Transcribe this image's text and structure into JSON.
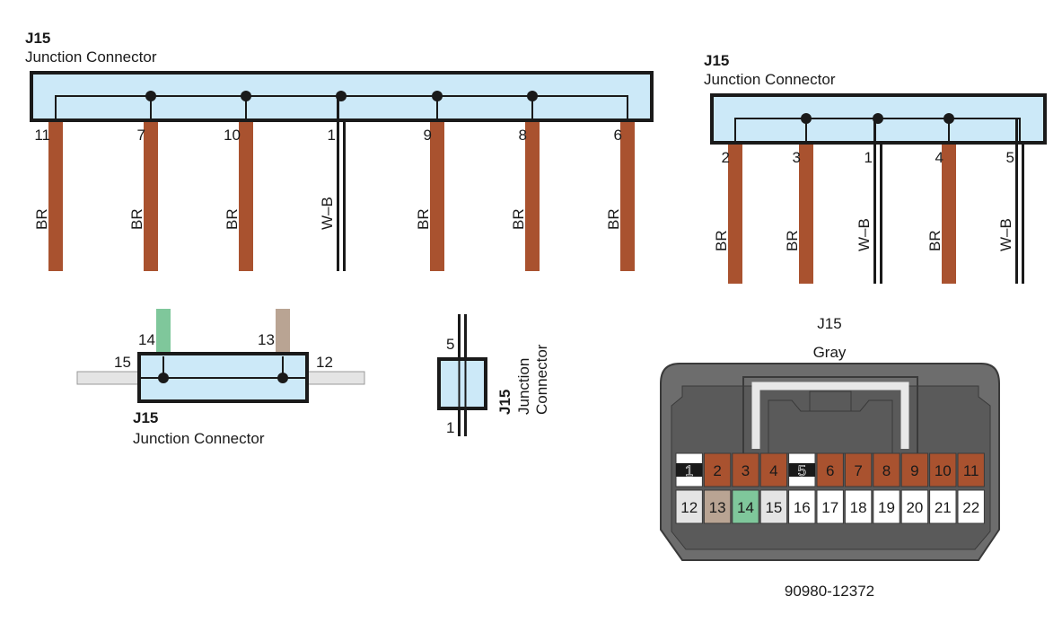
{
  "diagram1": {
    "code": "J15",
    "name": "Junction Connector",
    "pins": [
      {
        "num": "11",
        "wire": "BR"
      },
      {
        "num": "7",
        "wire": "BR"
      },
      {
        "num": "10",
        "wire": "BR"
      },
      {
        "num": "1",
        "wire": "W–B"
      },
      {
        "num": "9",
        "wire": "BR"
      },
      {
        "num": "8",
        "wire": "BR"
      },
      {
        "num": "6",
        "wire": "BR"
      }
    ]
  },
  "diagram2": {
    "code": "J15",
    "name": "Junction Connector",
    "pins": [
      {
        "num": "2",
        "wire": "BR"
      },
      {
        "num": "3",
        "wire": "BR"
      },
      {
        "num": "1",
        "wire": "W–B"
      },
      {
        "num": "4",
        "wire": "BR"
      },
      {
        "num": "5",
        "wire": "W–B"
      }
    ]
  },
  "diagram3": {
    "code": "J15",
    "name": "Junction Connector",
    "pins": [
      "14",
      "13",
      "15",
      "12"
    ]
  },
  "diagram4": {
    "code": "J15",
    "name_line1": "Junction",
    "name_line2": "Connector",
    "pins": [
      "5",
      "1"
    ]
  },
  "connector_face": {
    "code": "J15",
    "color_name": "Gray",
    "part_number": "90980-12372",
    "top_row": [
      {
        "num": "1",
        "color": "#1a1a1a"
      },
      {
        "num": "2",
        "color": "#a9522f"
      },
      {
        "num": "3",
        "color": "#a9522f"
      },
      {
        "num": "4",
        "color": "#a9522f"
      },
      {
        "num": "5",
        "color": "#1a1a1a"
      },
      {
        "num": "6",
        "color": "#a9522f"
      },
      {
        "num": "7",
        "color": "#a9522f"
      },
      {
        "num": "8",
        "color": "#a9522f"
      },
      {
        "num": "9",
        "color": "#a9522f"
      },
      {
        "num": "10",
        "color": "#a9522f"
      },
      {
        "num": "11",
        "color": "#a9522f"
      }
    ],
    "bottom_row": [
      {
        "num": "12",
        "color": "#e4e4e4"
      },
      {
        "num": "13",
        "color": "#b9a493"
      },
      {
        "num": "14",
        "color": "#7fc79b"
      },
      {
        "num": "15",
        "color": "#e4e4e4"
      },
      {
        "num": "16",
        "color": "#ffffff"
      },
      {
        "num": "17",
        "color": "#ffffff"
      },
      {
        "num": "18",
        "color": "#ffffff"
      },
      {
        "num": "19",
        "color": "#ffffff"
      },
      {
        "num": "20",
        "color": "#ffffff"
      },
      {
        "num": "21",
        "color": "#ffffff"
      },
      {
        "num": "22",
        "color": "#ffffff"
      }
    ]
  },
  "colors": {
    "box_fill": "#cce9f8",
    "wire_br": "#a9522f",
    "wire_green": "#7fc79b",
    "wire_tan": "#b9a493",
    "wire_gray": "#e4e4e4",
    "housing": "#6d6d6d",
    "housing_inner": "#5a5a5a"
  }
}
